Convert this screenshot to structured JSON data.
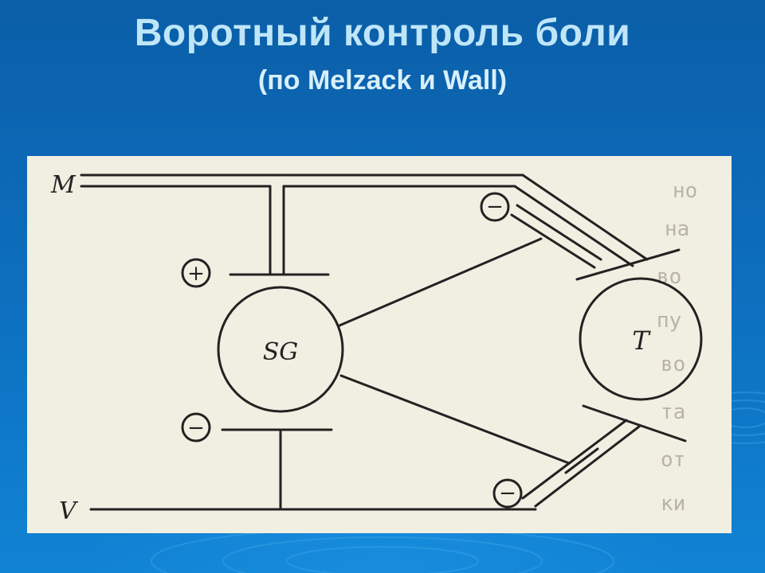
{
  "slide": {
    "title": "Воротный контроль боли",
    "subtitle": "(по Melzack и Wall)"
  },
  "diagram": {
    "labels": {
      "input_top": "M",
      "input_bottom": "V",
      "sg_cell": "SG",
      "t_cell": "T",
      "plus": "+",
      "minus": "−"
    }
  },
  "colors": {
    "background": "#0a6bb8",
    "title": "#bfe6f8",
    "figure_paper": "#f1efe2",
    "ink": "#222222"
  }
}
